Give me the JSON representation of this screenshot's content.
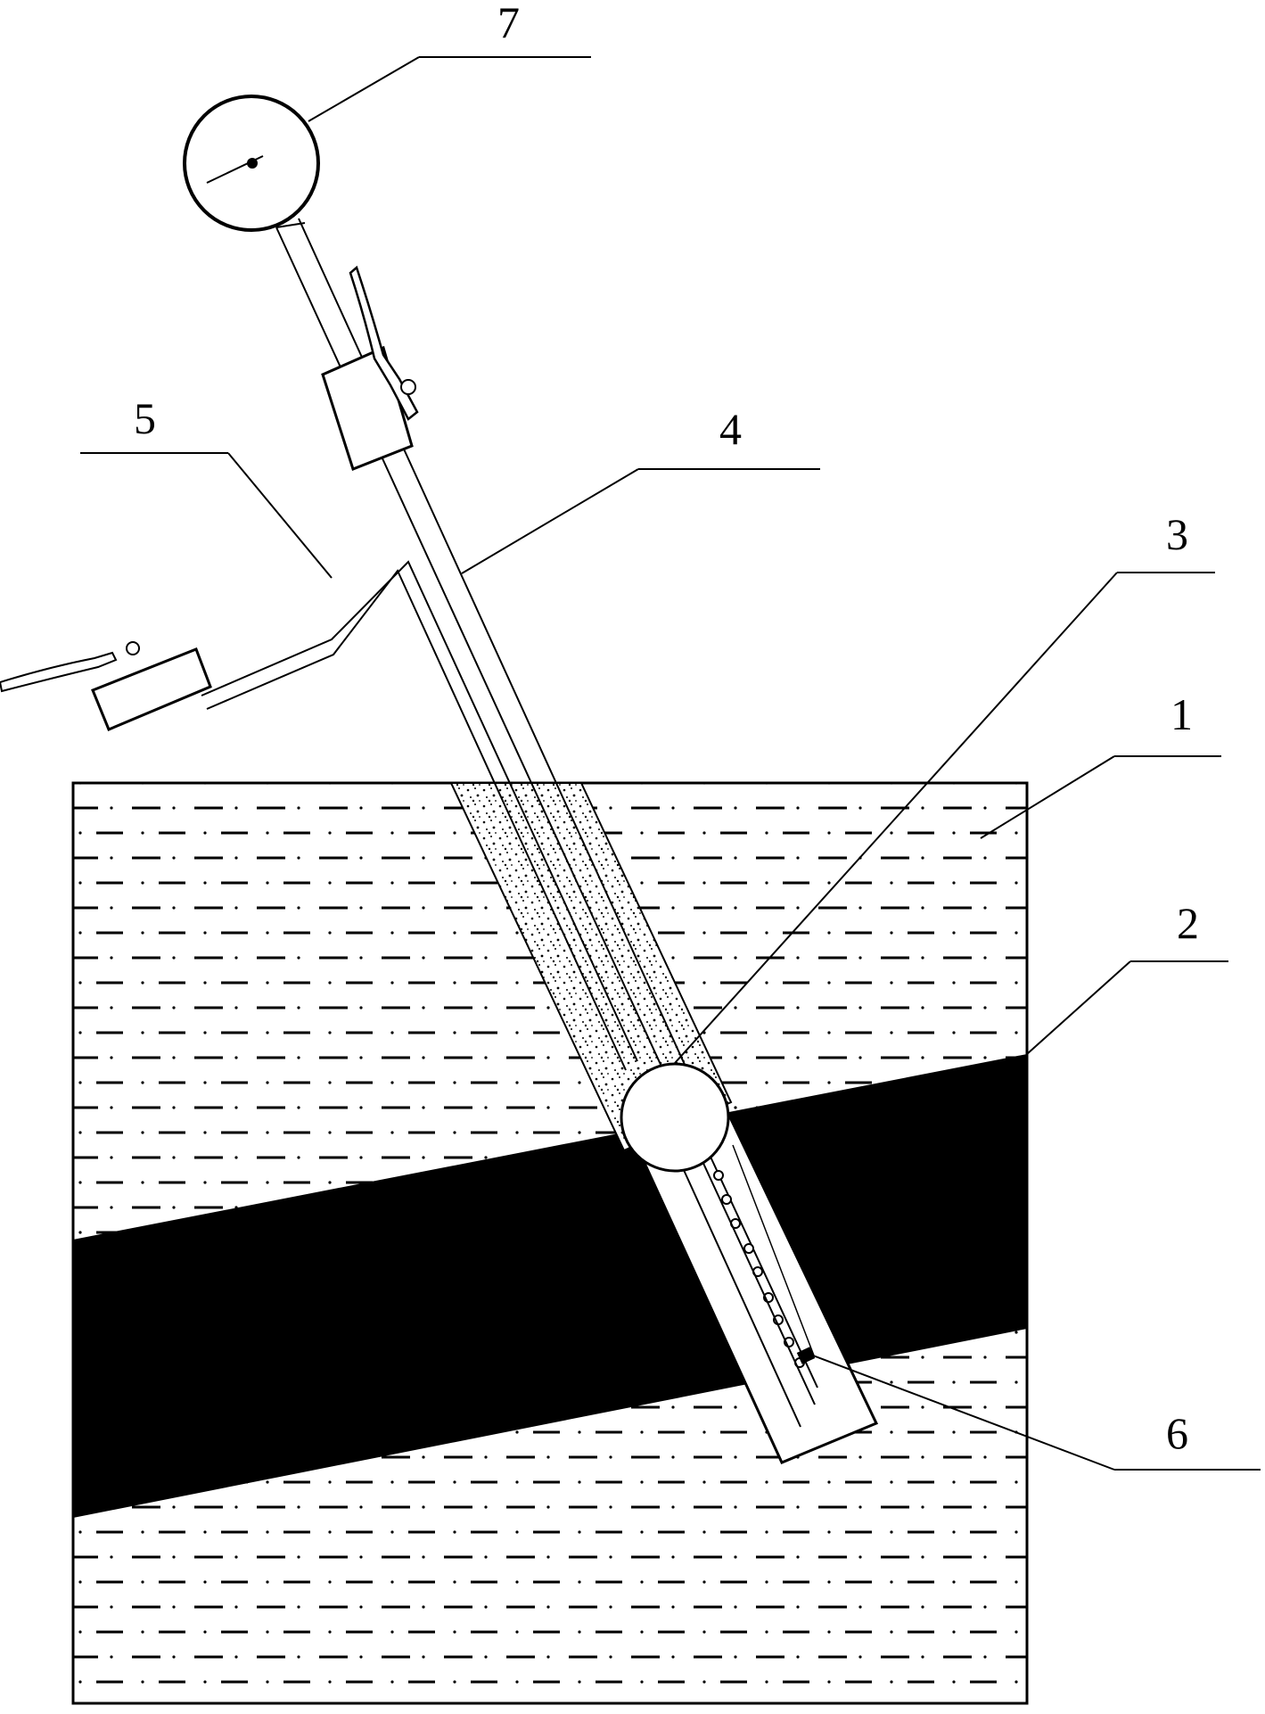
{
  "callouts": [
    {
      "id": "1",
      "label": "1"
    },
    {
      "id": "2",
      "label": "2"
    },
    {
      "id": "3",
      "label": "3"
    },
    {
      "id": "4",
      "label": "4"
    },
    {
      "id": "5",
      "label": "5"
    },
    {
      "id": "6",
      "label": "6"
    },
    {
      "id": "7",
      "label": "7"
    }
  ],
  "colors": {
    "ink": "#000000",
    "background": "#ffffff",
    "coal_seam": "#000000"
  },
  "icons": {
    "gauge": "pressure-gauge-icon",
    "valve_upper": "valve-icon",
    "valve_side": "valve-icon"
  }
}
